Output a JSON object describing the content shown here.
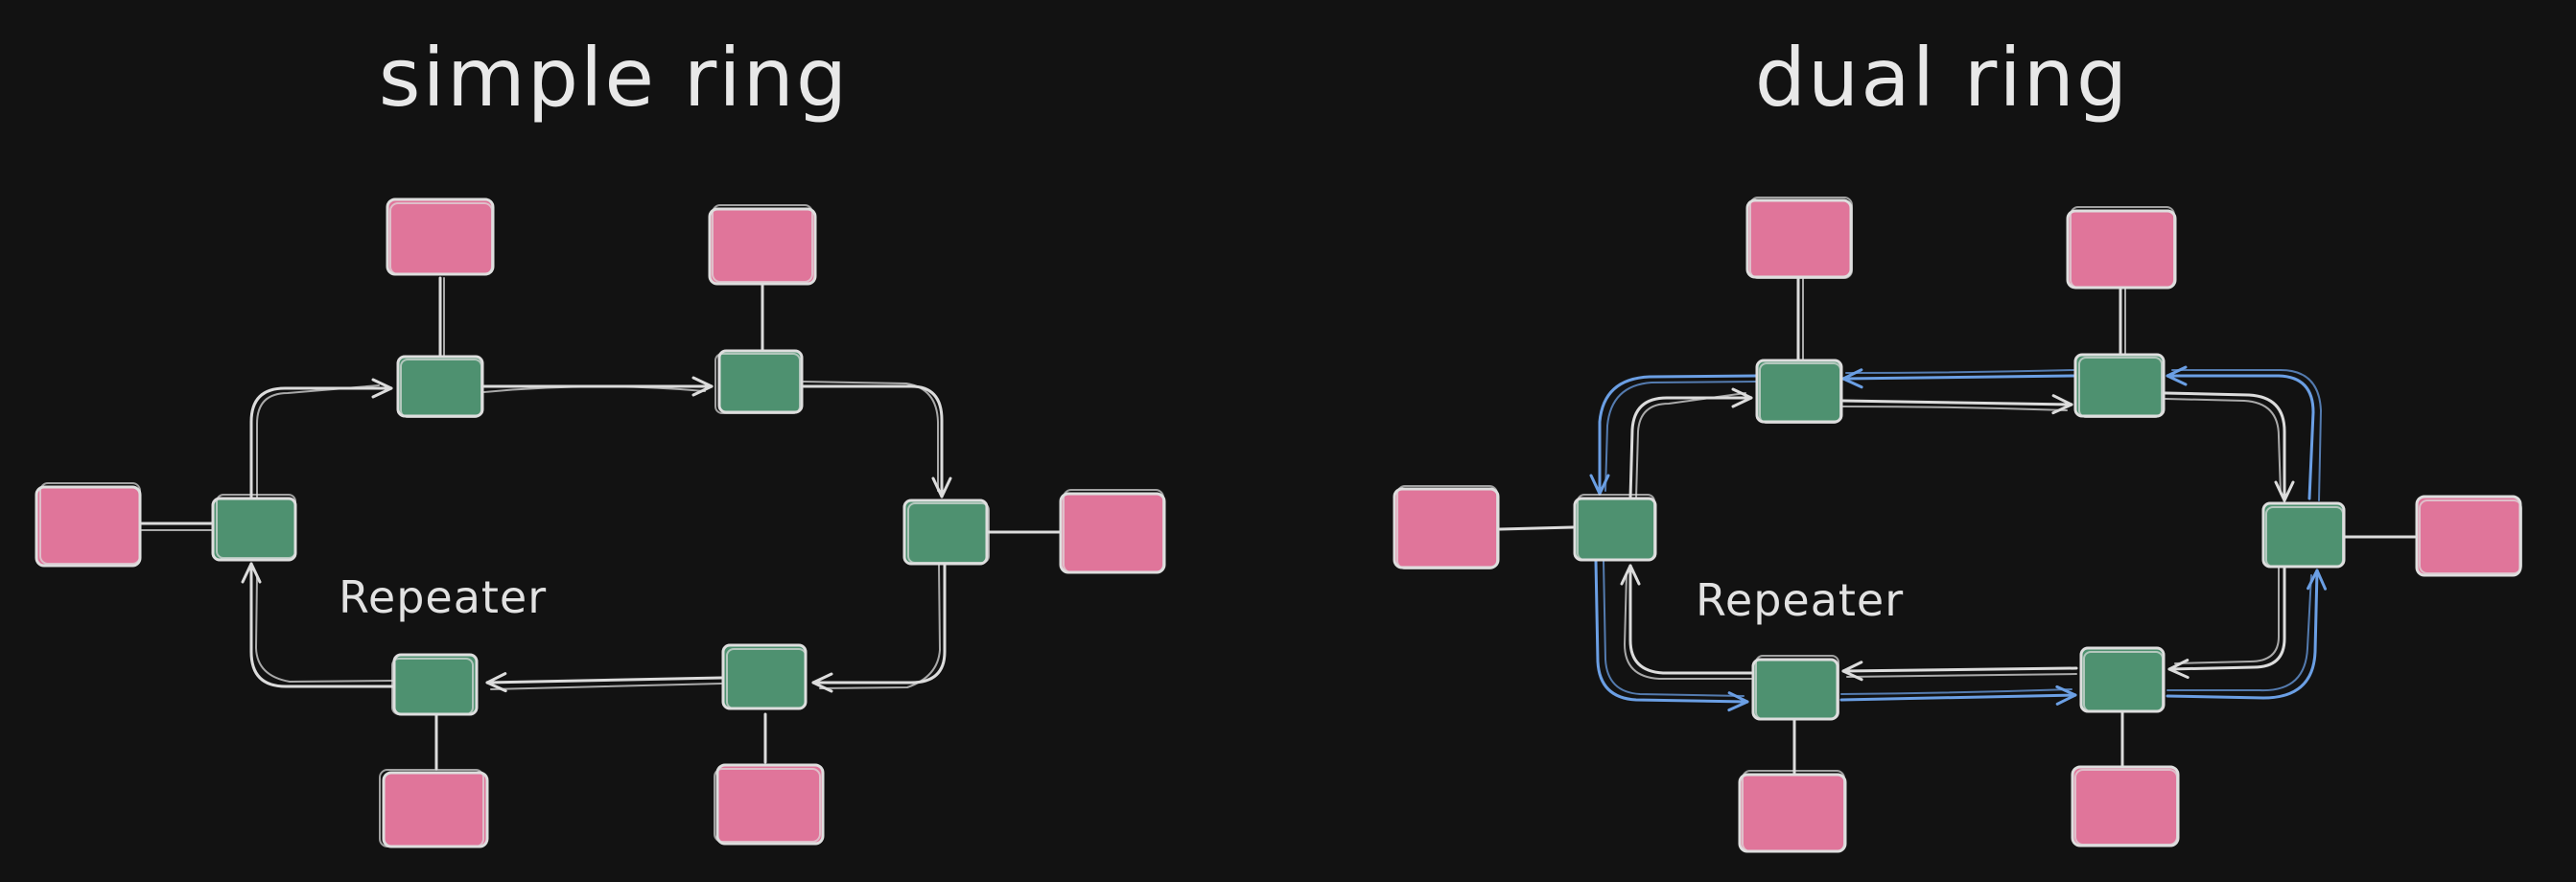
{
  "diagrams": [
    {
      "title": "simple ring",
      "label": "Repeater",
      "ring": "simple"
    },
    {
      "title": "dual ring",
      "label": "Repeater",
      "ring": "dual"
    }
  ],
  "colors": {
    "background": "#121212",
    "station": "#e0759a",
    "repeater": "#4e9170",
    "outline": "#dedede",
    "wire": "#dcdcdc",
    "secondary_ring": "#6b9fe4"
  }
}
